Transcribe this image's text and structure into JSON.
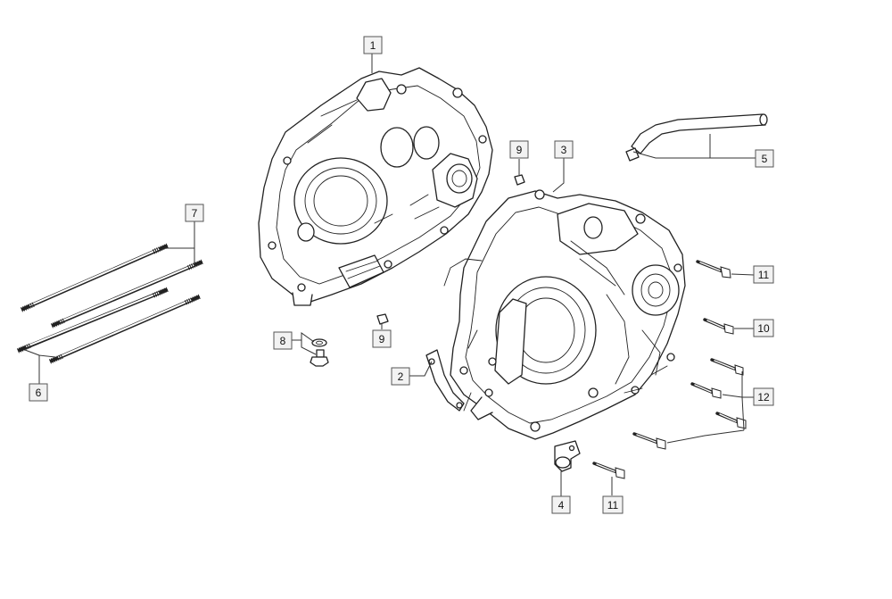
{
  "diagram": {
    "type": "exploded-parts-diagram",
    "subject": "engine crankcase assembly",
    "colors": {
      "background": "#ffffff",
      "line": "#222222",
      "callout_fill": "#f2f2f2",
      "callout_border": "#555555"
    },
    "callouts": [
      {
        "id": "c1",
        "label": "1"
      },
      {
        "id": "c2",
        "label": "2"
      },
      {
        "id": "c3",
        "label": "3"
      },
      {
        "id": "c4",
        "label": "4"
      },
      {
        "id": "c5",
        "label": "5"
      },
      {
        "id": "c6",
        "label": "6"
      },
      {
        "id": "c7",
        "label": "7"
      },
      {
        "id": "c8",
        "label": "8"
      },
      {
        "id": "c9a",
        "label": "9"
      },
      {
        "id": "c9b",
        "label": "9"
      },
      {
        "id": "c10",
        "label": "10"
      },
      {
        "id": "c11a",
        "label": "11"
      },
      {
        "id": "c11b",
        "label": "11"
      },
      {
        "id": "c12",
        "label": "12"
      }
    ]
  }
}
